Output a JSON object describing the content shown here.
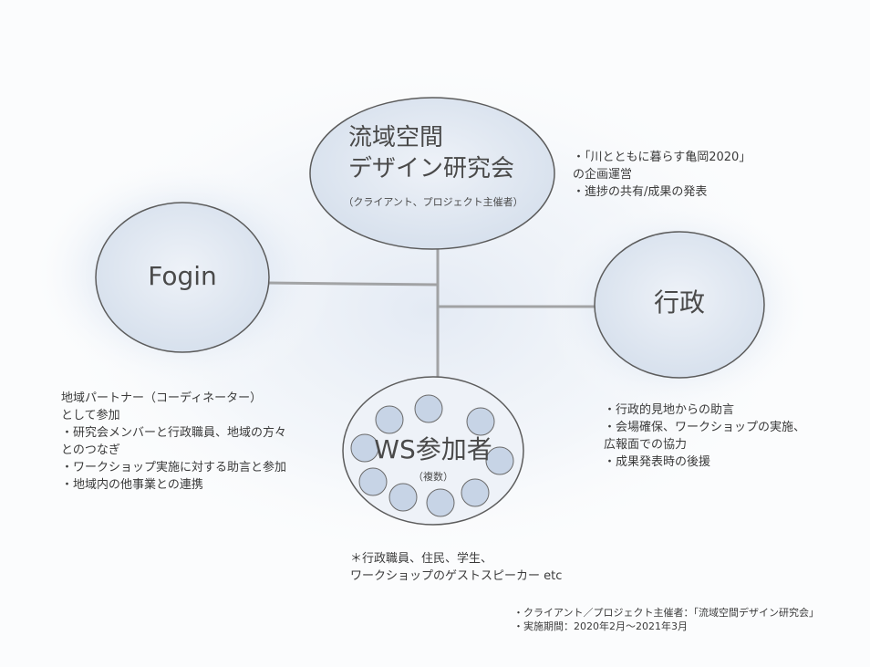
{
  "nodes": {
    "research_group": {
      "title": "流域空間\nデザイン研究会",
      "subtitle": "（クライアント、プロジェクト主催者）"
    },
    "fogin": {
      "title": "Fogin"
    },
    "government": {
      "title": "行政"
    },
    "ws_participants": {
      "title": "WS参加者",
      "subtitle": "（複数）"
    }
  },
  "notes": {
    "research_group": "・「川とともに暮らす亀岡2020」\nの企画運営\n・進捗の共有/成果の発表",
    "fogin": "地域パートナー（コーディネーター）\nとして参加\n・研究会メンバーと行政職員、地域の方々\nとのつなぎ\n・ワークショップ実施に対する助言と参加\n・地域内の他事業との連携",
    "government": "・行政的見地からの助言\n・会場確保、ワークショップの実施、\n広報面での協力\n・成果発表時の後援",
    "ws_participants": "＊行政職員、住民、学生、\nワークショップのゲストスピーカー etc"
  },
  "footer": "・クライアント／プロジェクト主催者：「流域空間デザイン研究会」\n・実施期間：2020年2月〜2021年3月",
  "colors": {
    "bubble_fill": "#dbe4ef",
    "bubble_stroke": "#5c5c5c",
    "connector": "#8a8a8a",
    "small_circle": "#c7d4e6"
  }
}
